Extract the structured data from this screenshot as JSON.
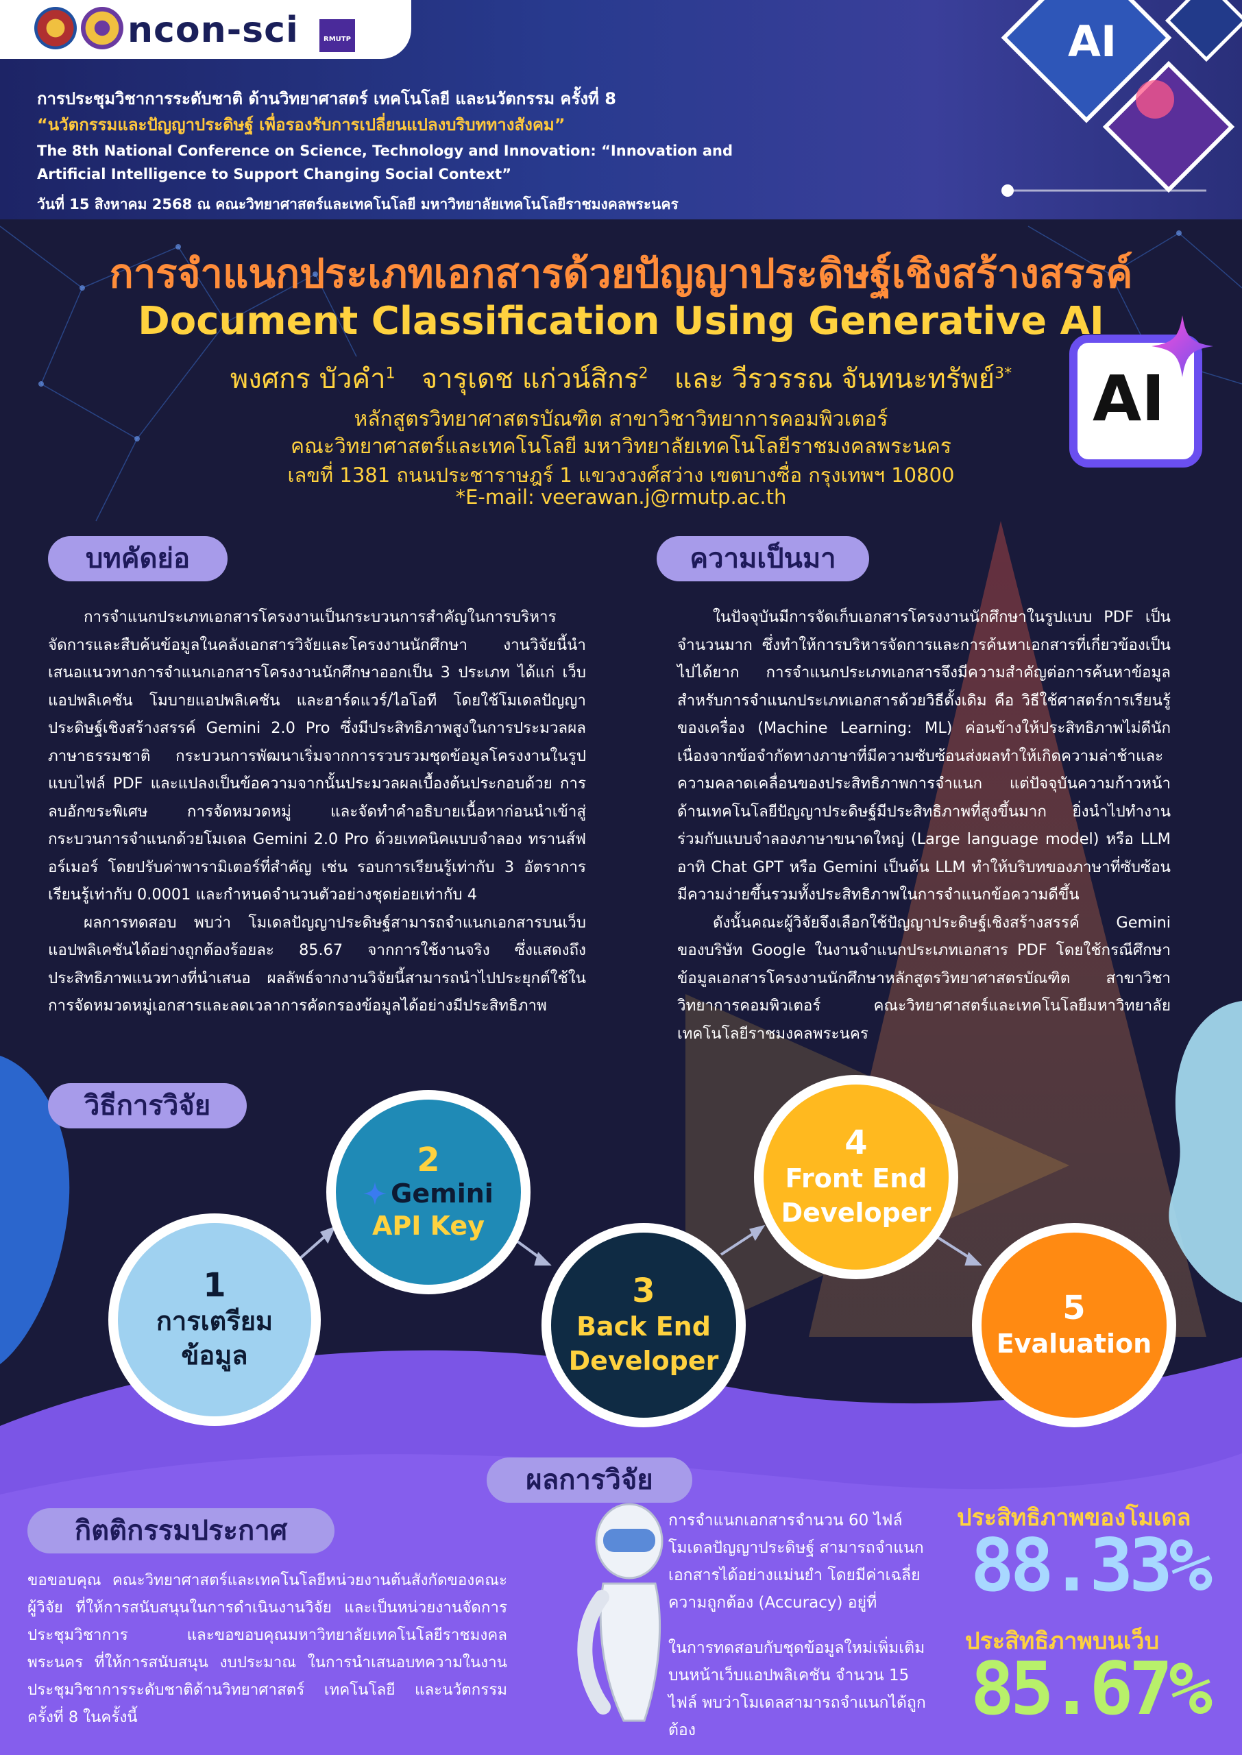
{
  "header": {
    "brand": "ncon-sci",
    "rmutp_label": "RMUTP",
    "conference_th": "การประชุมวิชาการระดับชาติ ด้านวิทยาศาสตร์ เทคโนโลยี และนวัตกรรม ครั้งที่ 8",
    "theme_th": "“นวัตกรรมและปัญญาประดิษฐ์ เพื่อรองรับการเปลี่ยนแปลงบริบททางสังคม”",
    "conference_en_1": "The 8th National Conference on Science, Technology and Innovation: “Innovation and",
    "conference_en_2": "Artificial Intelligence to Support Changing Social Context”",
    "date_venue": "วันที่ 15 สิงหาคม 2568 ณ คณะวิทยาศาสตร์และเทคโนโลยี มหาวิทยาลัยเทคโนโลยีราชมงคลพระนคร",
    "ai_badge": "AI"
  },
  "title": {
    "th": "การจำแนกประเภทเอกสารด้วยปัญญาประดิษฐ์เชิงสร้างสรรค์",
    "en": "Document Classification Using Generative AI"
  },
  "authors": {
    "a1": "พงศกร บัวคำ",
    "a1_sup": "1",
    "a2": "จารุเดช แก่วน์สิกร",
    "a2_sup": "2",
    "and": "และ",
    "a3": "วีรวรรณ จันทนะทรัพย์",
    "a3_sup": "3*"
  },
  "affiliation": {
    "line1": "หลักสูตรวิทยาศาสตรบัณฑิต สาขาวิชาวิทยาการคอมพิวเตอร์",
    "line2": "คณะวิทยาศาสตร์และเทคโนโลยี มหาวิทยาลัยเทคโนโลยีราชมงคลพระนคร",
    "line3": "เลขที่ 1381 ถนนประชาราษฎร์ 1 แขวงวงศ์สว่าง เขตบางซื่อ กรุงเทพฯ 10800",
    "email": "*E-mail: veerawan.j@rmutp.ac.th"
  },
  "ai_logo": "AI",
  "abstract": {
    "heading": "บทคัดย่อ",
    "p1": "การจำแนกประเภทเอกสารโครงงานเป็นกระบวนการสำคัญในการบริหารจัดการและสืบค้นข้อมูลในคลังเอกสารวิจัยและโครงงานนักศึกษา งานวิจัยนี้นำเสนอแนวทางการจำแนกเอกสารโครงงานนักศึกษาออกเป็น 3 ประเภท ได้แก่ เว็บแอปพลิเคชัน โมบายแอปพลิเคชัน และฮาร์ดแวร์/ไอโอที โดยใช้โมเดลปัญญาประดิษฐ์เชิงสร้างสรรค์ Gemini 2.0 Pro ซึ่งมีประสิทธิภาพสูงในการประมวลผลภาษาธรรมชาติ กระบวนการพัฒนาเริ่มจากการรวบรวมชุดข้อมูลโครงงานในรูปแบบไฟล์ PDF และแปลงเป็นข้อความจากนั้นประมวลผลเบื้องต้นประกอบด้วย การลบอักขระพิเศษ การจัดหมวดหมู่ และจัดทำคำอธิบายเนื้อหาก่อนนำเข้าสู่กระบวนการจำแนกด้วยโมเดล Gemini 2.0 Pro ด้วยเทคนิคแบบจำลอง ทรานส์ฟอร์เมอร์ โดยปรับค่าพารามิเตอร์ที่สำคัญ เช่น รอบการเรียนรู้เท่ากับ 3 อัตราการเรียนรู้เท่ากับ 0.0001 และกำหนดจำนวนตัวอย่างชุดย่อยเท่ากับ 4",
    "p2": "ผลการทดสอบ พบว่า โมเดลปัญญาประดิษฐ์สามารถจำแนกเอกสารบนเว็บแอปพลิเคชันได้อย่างถูกต้องร้อยละ 85.67 จากการใช้งานจริง ซึ่งแสดงถึงประสิทธิภาพแนวทางที่นำเสนอ ผลลัพธ์จากงานวิจัยนี้สามารถนำไปประยุกต์ใช้ในการจัดหมวดหมู่เอกสารและลดเวลาการคัดกรองข้อมูลได้อย่างมีประสิทธิภาพ"
  },
  "background": {
    "heading": "ความเป็นมา",
    "p1": "ในปัจจุบันมีการจัดเก็บเอกสารโครงงานนักศึกษาในรูปแบบ PDF เป็นจำนวนมาก ซึ่งทำให้การบริหารจัดการและการค้นหาเอกสารที่เกี่ยวข้องเป็นไปได้ยาก การจำแนกประเภทเอกสารจึงมีความสำคัญต่อการค้นหาข้อมูล สำหรับการจำแนกประเภทเอกสารด้วยวิธีดั้งเดิม คือ วิธีใช้ศาสตร์การเรียนรู้ของเครื่อง (Machine Learning: ML) ค่อนข้างให้ประสิทธิภาพไม่ดีนัก เนื่องจากข้อจำกัดทางภาษาที่มีความซับซ้อนส่งผลทำให้เกิดความล่าช้าและความคลาดเคลื่อนของประสิทธิภาพการจำแนก แต่ปัจจุบันความก้าวหน้าด้านเทคโนโลยีปัญญาประดิษฐ์มีประสิทธิภาพที่สูงขึ้นมาก ยิ่งนำไปทำงานร่วมกับแบบจำลองภาษาขนาดใหญ่ (Large language model) หรือ LLM อาทิ Chat GPT หรือ Gemini เป็นต้น LLM ทำให้บริบทของภาษาที่ซับซ้อนมีความง่ายขึ้นรวมทั้งประสิทธิภาพในการจำแนกข้อความดีขึ้น",
    "p2": "ดังนั้นคณะผู้วิจัยจึงเลือกใช้ปัญญาประดิษฐ์เชิงสร้างสรรค์ Gemini ของบริษัท Google ในงานจำแนกประเภทเอกสาร PDF โดยใช้กรณีศึกษาข้อมูลเอกสารโครงงานนักศึกษาหลักสูตรวิทยาศาสตรบัณฑิต สาขาวิชาวิทยาการคอมพิวเตอร์ คณะวิทยาศาสตร์และเทคโนโลยีมหาวิทยาลัยเทคโนโลยีราชมงคลพระนคร"
  },
  "method": {
    "heading": "วิธีการวิจัย",
    "steps": [
      {
        "num": "1",
        "label": "การเตรียม",
        "label2": "ข้อมูล"
      },
      {
        "num": "2",
        "logo": "Gemini",
        "label": "API Key"
      },
      {
        "num": "3",
        "label": "Back End",
        "label2": "Developer"
      },
      {
        "num": "4",
        "label": "Front End",
        "label2": "Developer"
      },
      {
        "num": "5",
        "label": "Evaluation"
      }
    ]
  },
  "results": {
    "heading": "ผลการวิจัย",
    "text1": "การจำแนกเอกสารจำนวน 60 ไฟล์ โมเดลปัญญาประดิษฐ์ สามารถจำแนกเอกสารได้อย่างแม่นยำ โดยมีค่าเฉลี่ยความถูกต้อง (Accuracy) อยู่ที่",
    "text2": "ในการทดสอบกับชุดข้อมูลใหม่เพิ่มเติมบนหน้าเว็บแอปพลิเคชัน จำนวน 15 ไฟล์ พบว่าโมเดลสามารถจำแนกได้ถูกต้อง",
    "model_label": "ประสิทธิภาพของโมเดล",
    "model_value": "88.33%",
    "web_label": "ประสิทธิภาพบนเว็บ",
    "web_value": "85.67%"
  },
  "acknowledgement": {
    "heading": "กิตติกรรมประกาศ",
    "text": "ขอขอบคุณ คณะวิทยาศาสตร์และเทคโนโลยีหน่วยงานต้นสังกัดของคณะผู้วิจัย ที่ให้การสนับสนุนในการดำเนินงานวิจัย และเป็นหน่วยงานจัดการประชุมวิชาการ และขอขอบคุณมหาวิทยาลัยเทคโนโลยีราชมงคลพระนคร ที่ให้การสนับสนุน งบประมาณ ในการนำเสนอบทความในงานประชุมวิชาการระดับชาติด้านวิทยาศาสตร์ เทคโนโลยี และนวัตกรรม ครั้งที่ 8 ในครั้งนี้"
  }
}
